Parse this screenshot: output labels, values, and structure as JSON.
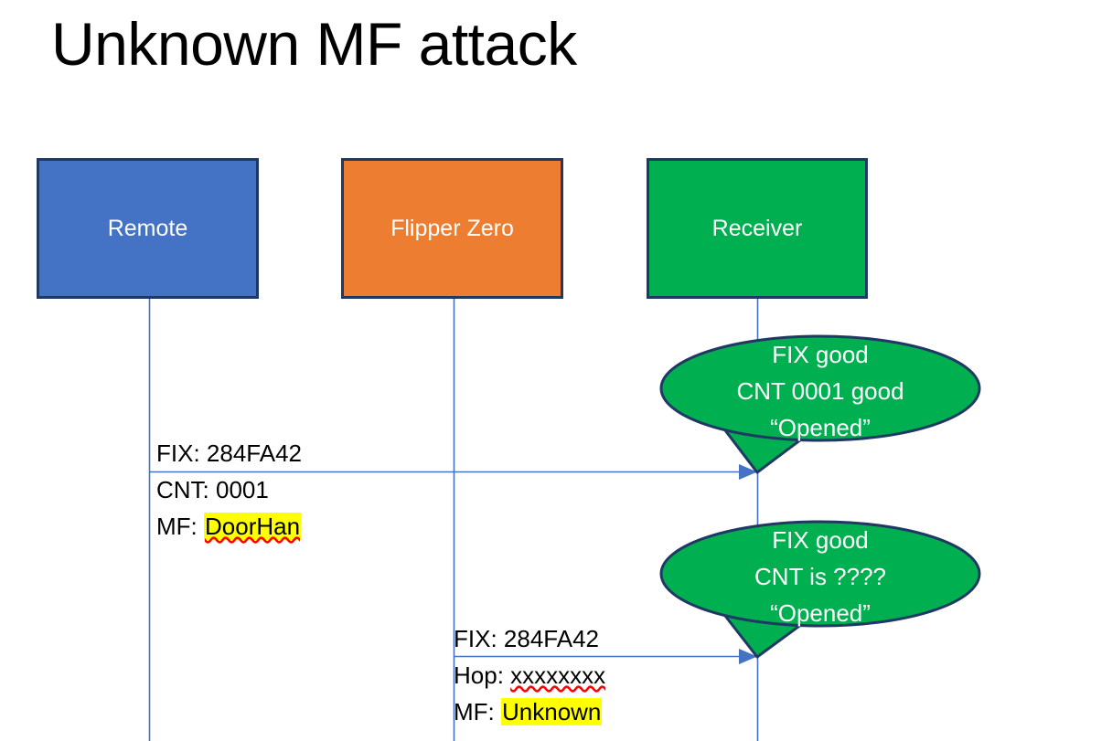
{
  "slide": {
    "title": "Unknown MF attack",
    "background_color": "#FFFFFF"
  },
  "colors": {
    "remote_fill": "#4472C4",
    "flipper_fill": "#ED7D31",
    "receiver_fill": "#00B050",
    "box_border": "#1F3864",
    "lifeline": "#4472C4",
    "arrow": "#4472C4",
    "highlight": "#FFFF00",
    "spellcheck_underline": "#FF0000",
    "text_dark": "#000000",
    "text_light": "#FFFFFF"
  },
  "actors": [
    {
      "id": "remote",
      "label": "Remote"
    },
    {
      "id": "flipper",
      "label": "Flipper Zero"
    },
    {
      "id": "receiver",
      "label": "Receiver"
    }
  ],
  "messages": [
    {
      "id": "msg-1",
      "from": "remote",
      "to": "receiver",
      "lines": [
        {
          "label": "FIX: ",
          "value": "284FA42",
          "highlighted": false,
          "spellcheck_flag": false
        },
        {
          "label": "CNT: ",
          "value": "0001",
          "highlighted": false,
          "spellcheck_flag": false
        },
        {
          "label": "MF: ",
          "value": "DoorHan",
          "highlighted": true,
          "spellcheck_flag": true
        }
      ]
    },
    {
      "id": "msg-2",
      "from": "flipper",
      "to": "receiver",
      "lines": [
        {
          "label": "FIX: ",
          "value": "284FA42",
          "highlighted": false,
          "spellcheck_flag": false
        },
        {
          "label": "Hop: ",
          "value": "xxxxxxxx",
          "highlighted": false,
          "spellcheck_flag": true
        },
        {
          "label": "MF: ",
          "value": "Unknown",
          "highlighted": true,
          "spellcheck_flag": false
        }
      ]
    }
  ],
  "callouts": [
    {
      "id": "callout-1",
      "attached_to": "msg-1",
      "lines": [
        "FIX good",
        "CNT 0001 good",
        "“Opened”"
      ]
    },
    {
      "id": "callout-2",
      "attached_to": "msg-2",
      "lines": [
        "FIX good",
        "CNT is ????",
        "“Opened”"
      ]
    }
  ]
}
